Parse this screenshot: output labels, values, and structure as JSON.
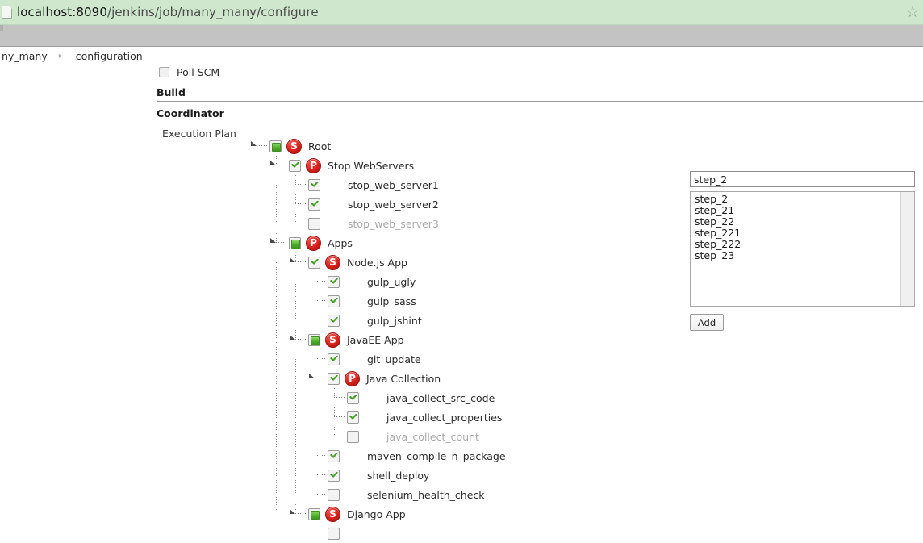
{
  "browser": {
    "url_host": "localhost:8090",
    "url_path": "/jenkins/job/many_many/configure",
    "favicon": "page-icon",
    "bookmark_star": "☆",
    "urlbar_bg": "#cfe7cd"
  },
  "breadcrumb": {
    "items": [
      "ny_many",
      "configuration"
    ],
    "separator": "▸"
  },
  "form": {
    "poll_scm_label": "Poll SCM",
    "poll_scm_checked": false,
    "build_section_title": "Build",
    "coordinator_title": "Coordinator",
    "execution_plan_label": "Execution Plan"
  },
  "right_panel": {
    "input_value": "step_2",
    "input_placeholder": "",
    "list_items": [
      "step_2",
      "step_21",
      "step_22",
      "step_221",
      "step_222",
      "step_23"
    ],
    "add_label": "Add"
  },
  "tree": {
    "nodes": [
      {
        "label": "Root",
        "depth": 0,
        "icon": "serial-node-icon",
        "icon_glyph": "S",
        "check": "indeterminate",
        "expander": true,
        "dim": false
      },
      {
        "label": "Stop WebServers",
        "depth": 1,
        "icon": "parallel-node-icon",
        "icon_glyph": "P",
        "check": "checked",
        "expander": true,
        "dim": false
      },
      {
        "label": "stop_web_server1",
        "depth": 2,
        "icon": "leaf-icon",
        "icon_glyph": "",
        "check": "checked",
        "expander": false,
        "dim": false
      },
      {
        "label": "stop_web_server2",
        "depth": 2,
        "icon": "leaf-icon",
        "icon_glyph": "",
        "check": "checked",
        "expander": false,
        "dim": false
      },
      {
        "label": "stop_web_server3",
        "depth": 2,
        "icon": "leaf-icon",
        "icon_glyph": "",
        "check": "checked-grey",
        "expander": false,
        "dim": true
      },
      {
        "label": "Apps",
        "depth": 1,
        "icon": "parallel-node-icon",
        "icon_glyph": "P",
        "check": "indeterminate",
        "expander": true,
        "dim": false
      },
      {
        "label": "Node.js App",
        "depth": 2,
        "icon": "serial-node-icon",
        "icon_glyph": "S",
        "check": "checked",
        "expander": true,
        "dim": false
      },
      {
        "label": "gulp_ugly",
        "depth": 3,
        "icon": "leaf-icon",
        "icon_glyph": "",
        "check": "checked",
        "expander": false,
        "dim": false
      },
      {
        "label": "gulp_sass",
        "depth": 3,
        "icon": "leaf-icon",
        "icon_glyph": "",
        "check": "checked",
        "expander": false,
        "dim": false
      },
      {
        "label": "gulp_jshint",
        "depth": 3,
        "icon": "leaf-icon",
        "icon_glyph": "",
        "check": "checked",
        "expander": false,
        "dim": false
      },
      {
        "label": "JavaEE App",
        "depth": 2,
        "icon": "serial-node-icon",
        "icon_glyph": "S",
        "check": "indeterminate",
        "expander": true,
        "dim": false
      },
      {
        "label": "git_update",
        "depth": 3,
        "icon": "leaf-icon",
        "icon_glyph": "",
        "check": "checked",
        "expander": false,
        "dim": false
      },
      {
        "label": "Java Collection",
        "depth": 3,
        "icon": "parallel-node-icon",
        "icon_glyph": "P",
        "check": "checked",
        "expander": true,
        "dim": false
      },
      {
        "label": "java_collect_src_code",
        "depth": 4,
        "icon": "leaf-icon",
        "icon_glyph": "",
        "check": "checked",
        "expander": false,
        "dim": false
      },
      {
        "label": "java_collect_properties",
        "depth": 4,
        "icon": "leaf-icon",
        "icon_glyph": "",
        "check": "checked",
        "expander": false,
        "dim": false
      },
      {
        "label": "java_collect_count",
        "depth": 4,
        "icon": "leaf-icon",
        "icon_glyph": "",
        "check": "checked-grey",
        "expander": false,
        "dim": true
      },
      {
        "label": "maven_compile_n_package",
        "depth": 3,
        "icon": "leaf-icon",
        "icon_glyph": "",
        "check": "checked",
        "expander": false,
        "dim": false
      },
      {
        "label": "shell_deploy",
        "depth": 3,
        "icon": "leaf-icon",
        "icon_glyph": "",
        "check": "checked",
        "expander": false,
        "dim": false
      },
      {
        "label": "selenium_health_check",
        "depth": 3,
        "icon": "leaf-icon",
        "icon_glyph": "",
        "check": "empty",
        "expander": false,
        "dim": false
      },
      {
        "label": "Django App",
        "depth": 2,
        "icon": "serial-node-icon",
        "icon_glyph": "S",
        "check": "indeterminate",
        "expander": true,
        "dim": false
      },
      {
        "label": "",
        "depth": 3,
        "icon": "leaf-icon",
        "icon_glyph": "",
        "check": "empty",
        "expander": false,
        "dim": false
      }
    ]
  }
}
